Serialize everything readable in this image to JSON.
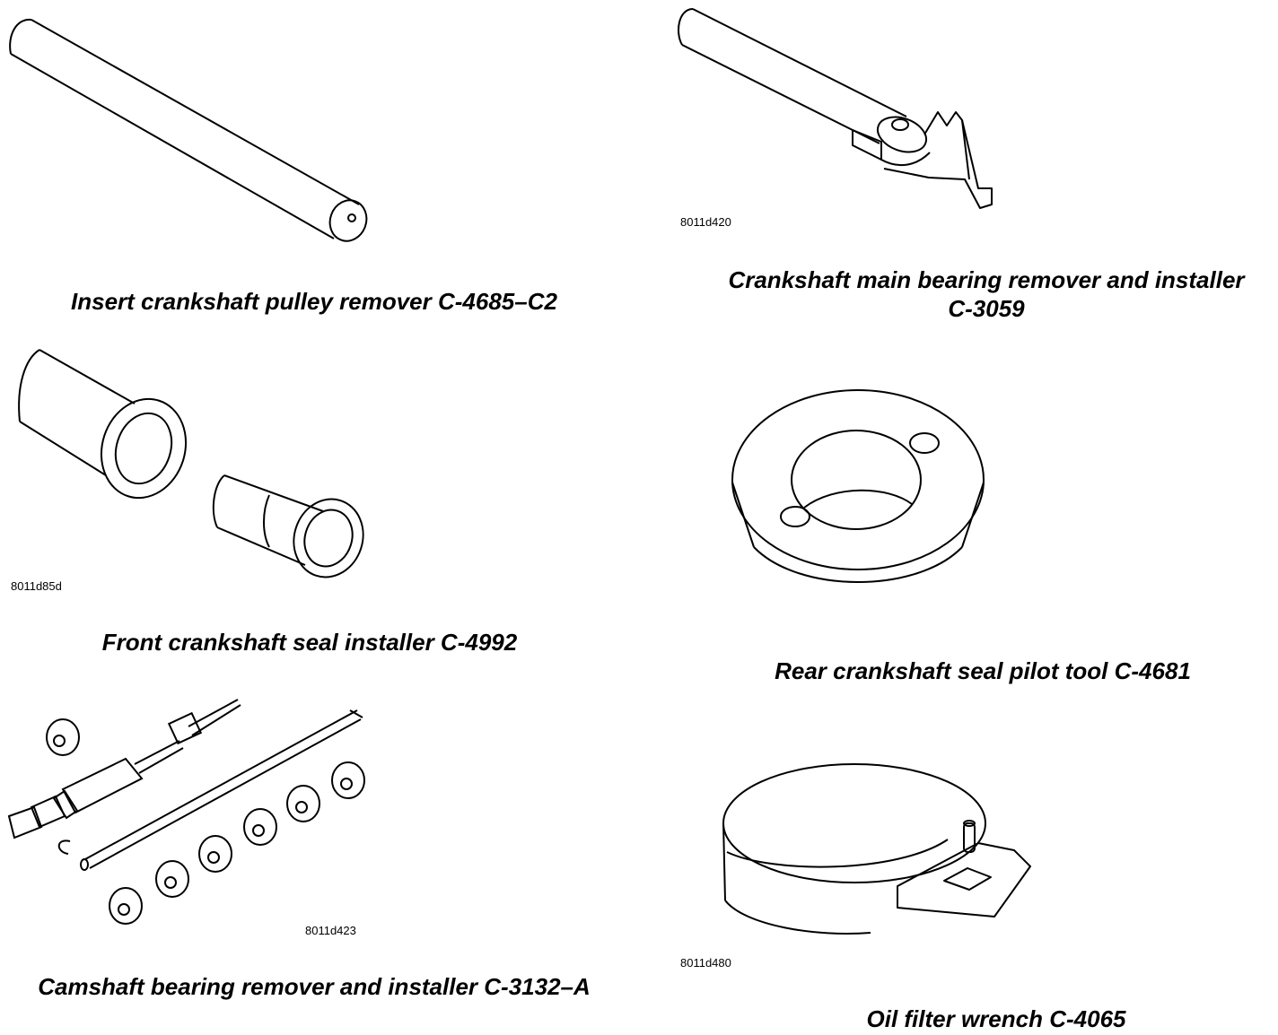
{
  "tools": [
    {
      "caption": "Insert crankshaft pulley remover C-4685–C2",
      "figure_id": ""
    },
    {
      "caption": "Crankshaft main bearing remover and installer",
      "caption_line2": "C-3059",
      "figure_id": "8011d420"
    },
    {
      "caption": "Front crankshaft seal installer C-4992",
      "figure_id": "8011d85d"
    },
    {
      "caption": "Rear crankshaft seal pilot tool C-4681",
      "figure_id": ""
    },
    {
      "caption": "Camshaft bearing remover and installer C-3132–A",
      "figure_id": "8011d423"
    },
    {
      "caption": "Oil filter wrench C-4065",
      "figure_id": "8011d480"
    }
  ]
}
